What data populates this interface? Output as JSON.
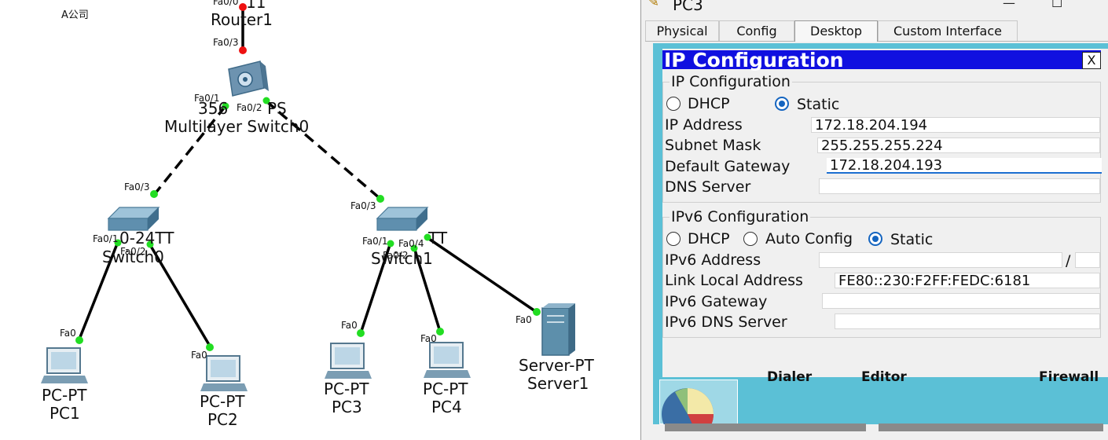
{
  "topology": {
    "note": "A公司",
    "router": {
      "name": "Router1",
      "port_top": "Fa0/0",
      "port_bottom": "Fa0/3",
      "partial_model": "11"
    },
    "mls": {
      "model_partial_left": "356",
      "model_partial_right": "PS",
      "name": "Multilayer Switch0",
      "ports": [
        "Fa0/1",
        "Fa0/2"
      ]
    },
    "switch0": {
      "model_partial": "0-24TT",
      "name_partial": "Switch0",
      "uplink": "Fa0/3",
      "ports": [
        "Fa0/1",
        "Fa0/2"
      ]
    },
    "switch1": {
      "model_partial": "TT",
      "name_partial": "Switch1",
      "uplink": "Fa0/3",
      "ports": [
        "Fa0/1",
        "Fa0/2",
        "Fa0/4"
      ]
    },
    "pcs": [
      {
        "model": "PC-PT",
        "name": "PC1",
        "port": "Fa0"
      },
      {
        "model": "PC-PT",
        "name": "PC2",
        "port": "Fa0"
      },
      {
        "model": "PC-PT",
        "name": "PC3",
        "port": "Fa0"
      },
      {
        "model": "PC-PT",
        "name": "PC4",
        "port": "Fa0"
      }
    ],
    "server": {
      "model": "Server-PT",
      "name": "Server1",
      "port": "Fa0"
    },
    "colors": {
      "link": "#000000",
      "port_up": "#22dd22",
      "port_down": "#ee1111"
    }
  },
  "window": {
    "title": "PC3",
    "tabs": [
      "Physical",
      "Config",
      "Desktop",
      "Custom Interface"
    ],
    "active_tab": "Desktop",
    "ip_config": {
      "title": "IP Configuration",
      "close": "X",
      "ipv4": {
        "legend": "IP Configuration",
        "dhcp": "DHCP",
        "static": "Static",
        "mode": "static",
        "ip_label": "IP Address",
        "ip_value": "172.18.204.194",
        "mask_label": "Subnet Mask",
        "mask_value": "255.255.255.224",
        "gw_label": "Default Gateway",
        "gw_value": "172.18.204.193",
        "dns_label": "DNS Server",
        "dns_value": ""
      },
      "ipv6": {
        "legend": "IPv6 Configuration",
        "dhcp": "DHCP",
        "auto": "Auto Config",
        "static": "Static",
        "mode": "static",
        "addr_label": "IPv6 Address",
        "addr_value": "",
        "prefix_sep": "/",
        "prefix_value": "",
        "lla_label": "Link Local Address",
        "lla_value": "FE80::230:F2FF:FEDC:6181",
        "gw_label": "IPv6 Gateway",
        "gw_value": "",
        "dns_label": "IPv6 DNS Server",
        "dns_value": ""
      }
    },
    "desktop_apps_partial": [
      "Dialer",
      "Editor",
      "Firewall"
    ],
    "accent": "#5bc0d6",
    "title_blue": "#1010e0"
  }
}
